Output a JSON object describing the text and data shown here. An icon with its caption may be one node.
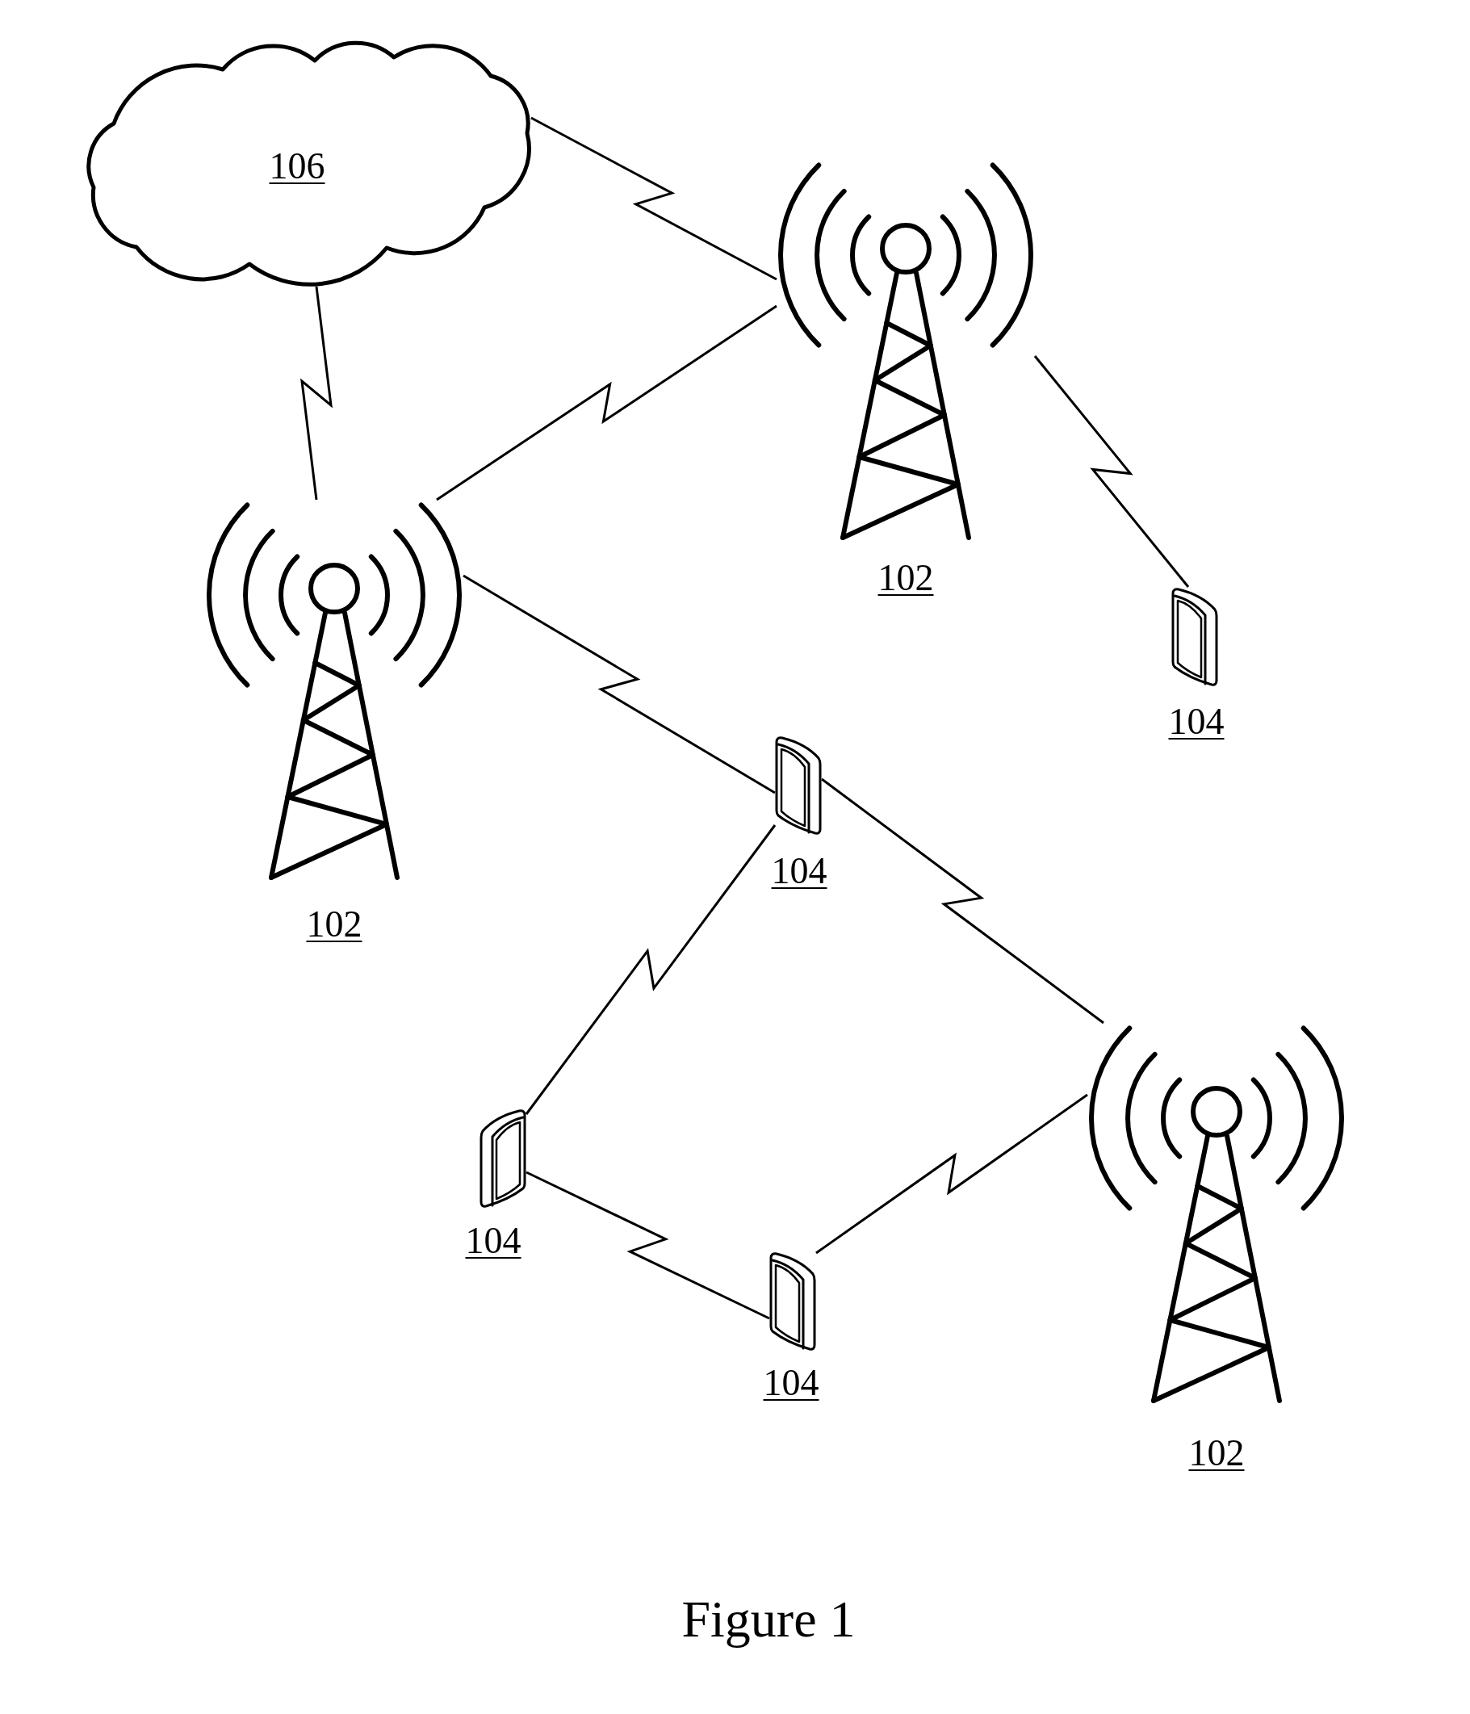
{
  "diagram": {
    "caption": "Figure 1",
    "nodes": [
      {
        "text": [
          "106"
        ]
      },
      {
        "text": [],
        "shape": "picture",
        "beside": [
          "102"
        ]
      },
      {
        "text": [],
        "shape": "picture",
        "beside": [
          "102"
        ]
      },
      {
        "text": [],
        "shape": "picture",
        "beside": [
          "104"
        ]
      },
      {
        "text": [],
        "shape": "picture",
        "beside": [
          "104"
        ]
      },
      {
        "text": [],
        "shape": "picture",
        "beside": [
          "102"
        ]
      },
      {
        "text": [],
        "shape": "picture",
        "beside": [
          "104"
        ]
      },
      {
        "text": [],
        "shape": "picture",
        "beside": [
          "104"
        ]
      }
    ],
    "edges": [
      {
        "from": 0,
        "to": 1,
        "arrow": "none"
      },
      {
        "from": 0,
        "to": 2,
        "arrow": "none"
      },
      {
        "from": 1,
        "to": 2,
        "arrow": "none"
      },
      {
        "from": 1,
        "to": 3,
        "arrow": "none"
      },
      {
        "from": 2,
        "to": 4,
        "arrow": "none"
      },
      {
        "from": 4,
        "to": 5,
        "arrow": "none"
      },
      {
        "from": 4,
        "to": 6,
        "arrow": "none"
      },
      {
        "from": 6,
        "to": 7,
        "arrow": "none"
      },
      {
        "from": 7,
        "to": 5,
        "arrow": "none"
      }
    ]
  }
}
